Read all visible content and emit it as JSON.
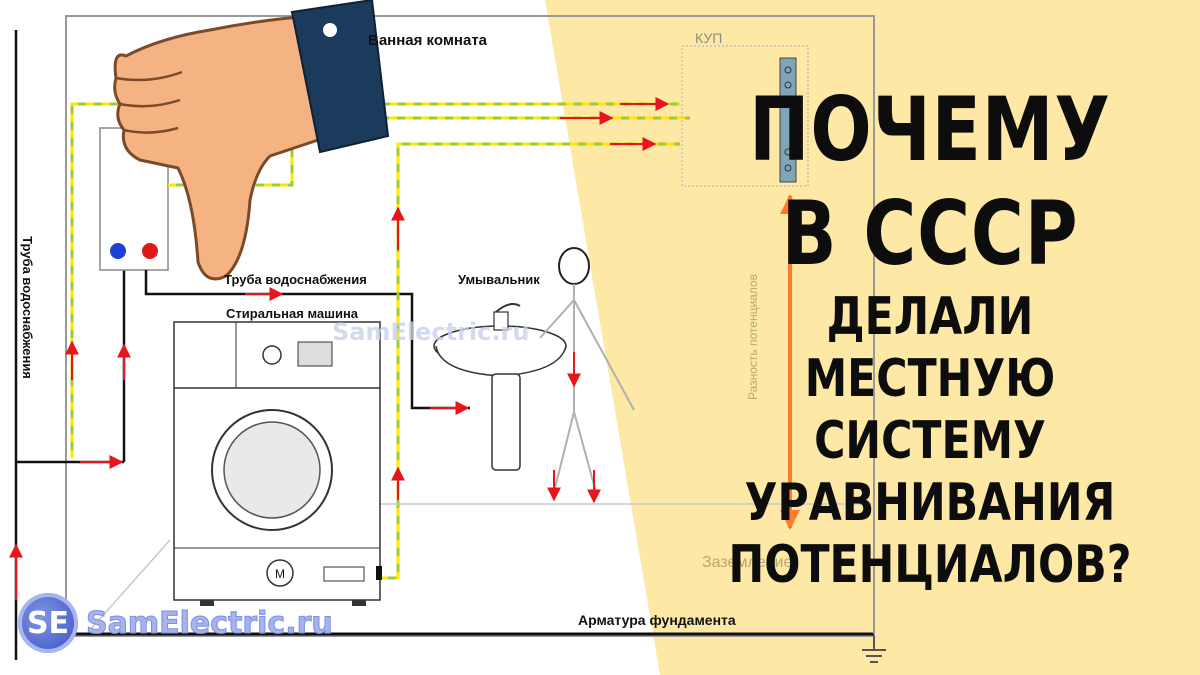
{
  "diagram": {
    "room_label": "Ванная комната",
    "kup_label": "КУП",
    "water_pipe_vertical": "Труба водоснабжения",
    "water_pipe_horizontal": "Труба водоснабжения",
    "washer_label": "Стиральная машина",
    "sink_label": "Умывальник",
    "foundation_label": "Арматура фундамента",
    "conductor_label": "Заземление",
    "potential_label": "Разность потенциалов",
    "motor_symbol": "M",
    "colors": {
      "ground_wire": "#9acd32",
      "ground_wire_dash": "#ffe600",
      "arrow": "#e8141e",
      "orange_arrow": "#ff7a2e",
      "pipe": "#111111",
      "panel_bg": "#fde8a6"
    }
  },
  "headline": {
    "line1": "ПОЧЕМУ",
    "line2": "В СССР",
    "line3": "ДЕЛАЛИ",
    "line4": "МЕСТНУЮ",
    "line5": "СИСТЕМУ",
    "line6": "УРАВНИВАНИЯ",
    "line7": "ПОТЕНЦИАЛОВ?"
  },
  "watermark": {
    "logo": "SE",
    "site": "SamElectric.ru",
    "ghost": "SamElectric.ru"
  },
  "icons": {
    "thumbs_down": "thumbs-down-icon",
    "ground_symbol": "ground-icon"
  }
}
